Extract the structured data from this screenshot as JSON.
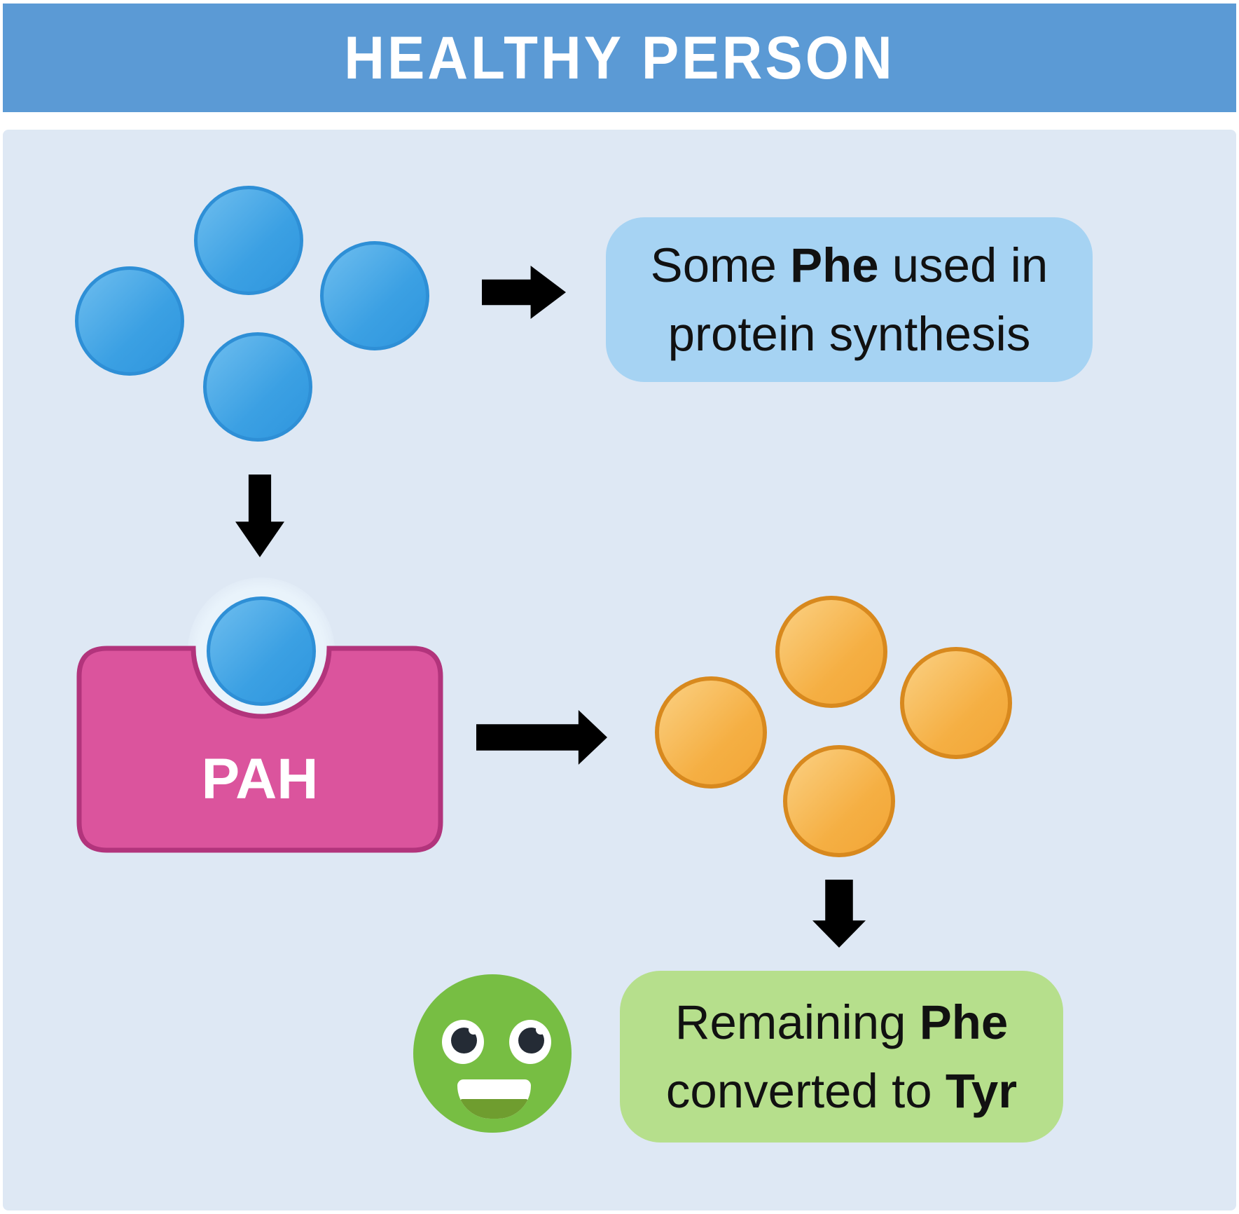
{
  "header": {
    "title": "HEALTHY PERSON"
  },
  "protein_box": {
    "line1_pre": "Some ",
    "line1_bold": "Phe",
    "line1_post": " used in",
    "line2": "protein synthesis"
  },
  "enzyme": {
    "label": "PAH"
  },
  "result_box": {
    "line1_pre": "Remaining ",
    "line1_bold": "Phe",
    "line2_pre": "converted to ",
    "line2_bold": "Tyr"
  },
  "molecules": {
    "phe_count": 4,
    "tyr_count": 4
  },
  "colors": {
    "page-bg": "#FFFFFF",
    "header-bg": "#5B9AD5",
    "body-bg": "#DEE8F4",
    "phe-fill-light": "#6FBEEF",
    "phe-fill": "#3BA0E3",
    "phe-fill-deep": "#2F96DE",
    "phe-border": "#2E8FD6",
    "tyr-fill-light": "#FBD184",
    "tyr-fill": "#F5AF43",
    "tyr-fill-deep": "#F2A637",
    "tyr-border": "#D8891E",
    "enzyme-fill": "#DB549D",
    "enzyme-border": "#B2347C",
    "protein-box-bg": "#A6D3F3",
    "result-box-bg": "#B6DF8C",
    "arrow-color": "#000000",
    "halo": "#E9F3FB",
    "smiley-face": "#77BE43",
    "smiley-mouth": "#6F9D2F",
    "smiley-pupil": "#242B35",
    "text-color": "#111111"
  }
}
